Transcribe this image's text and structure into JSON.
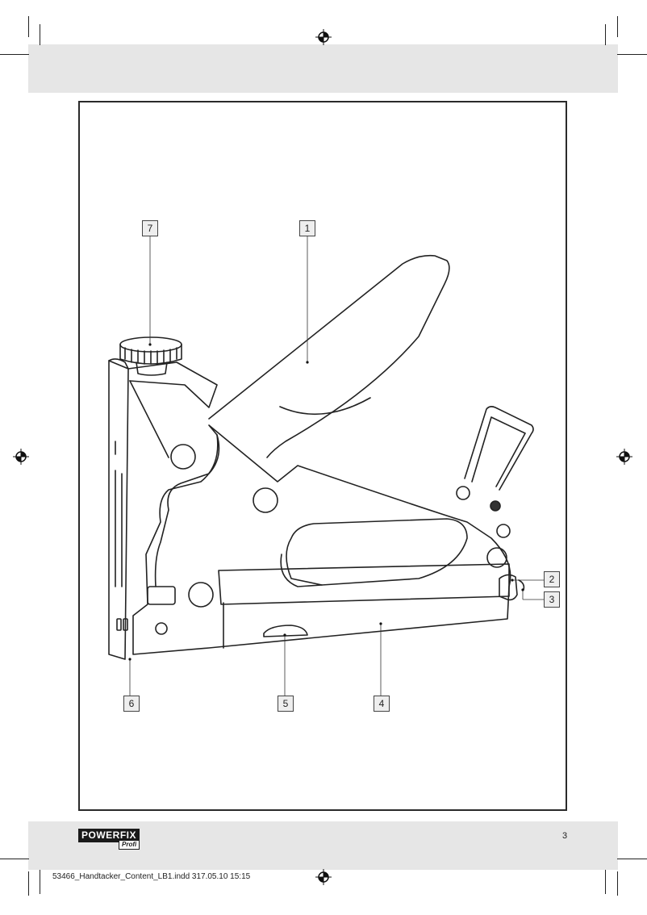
{
  "callouts": {
    "c1": "1",
    "c2": "2",
    "c3": "3",
    "c4": "4",
    "c5": "5",
    "c6": "6",
    "c7": "7"
  },
  "footer": {
    "brand": "POWERFIX",
    "brand_sub": "Profi",
    "page_number": "3",
    "slug": "53466_Handtacker_Content_LB1.indd   317.05.10   15:15"
  },
  "colors": {
    "band": "#e6e6e6",
    "line": "#2a2a2a"
  }
}
